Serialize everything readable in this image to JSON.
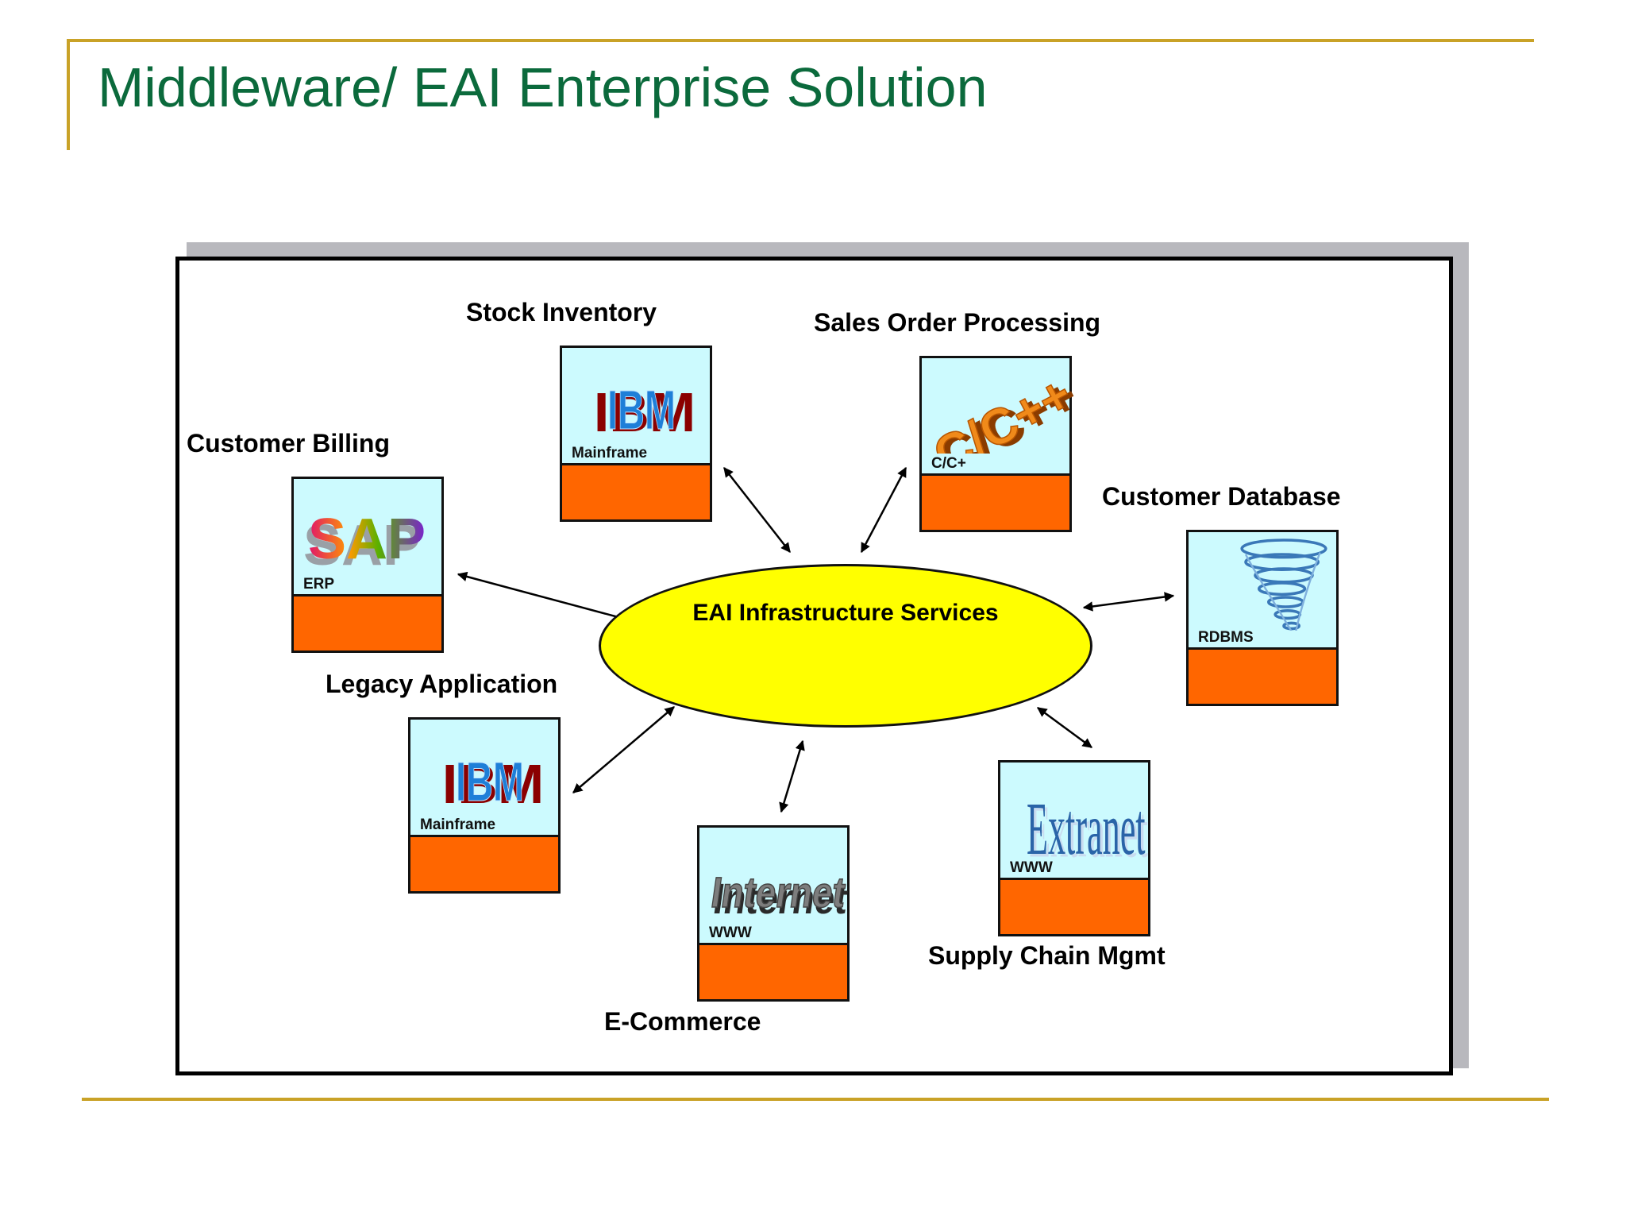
{
  "slide": {
    "title": "Middleware/ EAI Enterprise Solution"
  },
  "hub": {
    "label": "EAI Infrastructure Services",
    "color": "#ffff00"
  },
  "colors": {
    "title": "#0b6a3c",
    "rule": "#c9a227",
    "node_top": "#ccfafe",
    "node_bottom": "#ff6600"
  },
  "nodes": {
    "stock": {
      "caption": "Stock Inventory",
      "sublabel": "Mainframe",
      "logo": "IBM",
      "icon": "ibm-logo-icon"
    },
    "sales": {
      "caption": "Sales Order Processing",
      "sublabel": "C/C+",
      "logo": "C/C++",
      "icon": "cpp-logo-icon"
    },
    "billing": {
      "caption": "Customer Billing",
      "sublabel": "ERP",
      "logo": "SAP",
      "icon": "sap-logo-icon"
    },
    "custdb": {
      "caption": "Customer Database",
      "sublabel": "RDBMS",
      "icon": "tornado-icon"
    },
    "legacy": {
      "caption": "Legacy Application",
      "sublabel": "Mainframe",
      "logo": "IBM",
      "icon": "ibm-logo-icon"
    },
    "ecommerce": {
      "caption": "E-Commerce",
      "sublabel": "WWW",
      "logo": "Internet",
      "icon": "internet-logo-icon"
    },
    "supply": {
      "caption": "Supply Chain Mgmt",
      "sublabel": "WWW",
      "logo": "Extranet",
      "icon": "extranet-logo-icon"
    }
  }
}
